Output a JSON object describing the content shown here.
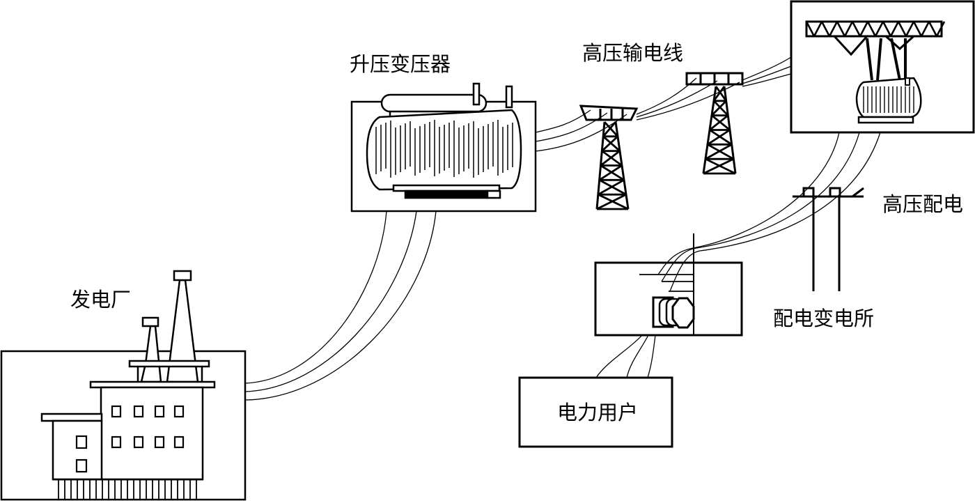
{
  "labels": {
    "power_plant": "发电厂",
    "step_up_transformer": "升压变压器",
    "transmission_line": "高压输电线",
    "hv_distribution": "高压配电",
    "distribution_substation": "配电变电所",
    "power_users": "电力用户"
  },
  "colors": {
    "stroke": "#000000",
    "background": "#ffffff"
  }
}
